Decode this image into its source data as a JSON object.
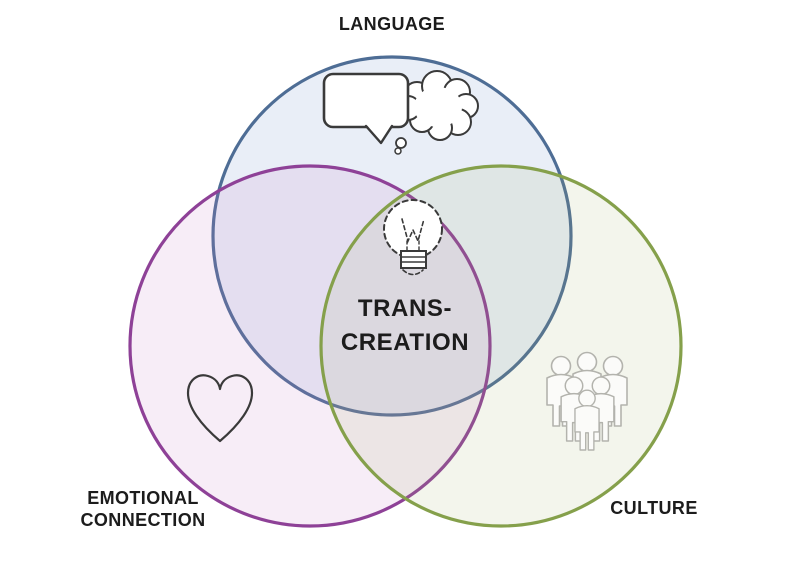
{
  "diagram": {
    "type": "venn-3",
    "center": {
      "line1": "TRANS-",
      "line2": "CREATION"
    },
    "sets": [
      {
        "id": "language",
        "label": "LANGUAGE",
        "icon": "speech-bubbles-icon",
        "stroke_color": "#4e6d95",
        "fill_color": "#e9eff8",
        "position": "top"
      },
      {
        "id": "emotional-connection",
        "label_line1": "EMOTIONAL",
        "label_line2": "CONNECTION",
        "icon": "heart-icon",
        "stroke_color": "#8e4197",
        "fill_color": "#f9f0f9",
        "position": "bottom-left"
      },
      {
        "id": "culture",
        "label": "CULTURE",
        "icon": "people-group-icon",
        "stroke_color": "#85a04b",
        "fill_color": "#f5f8f0",
        "position": "bottom-right"
      }
    ],
    "colors": {
      "background": "#ffffff",
      "text": "#1c1c1c",
      "icon_stroke": "#3a3a3a",
      "people_stroke": "#b3b3ad",
      "triple_overlap": "#e6e3e6"
    }
  }
}
